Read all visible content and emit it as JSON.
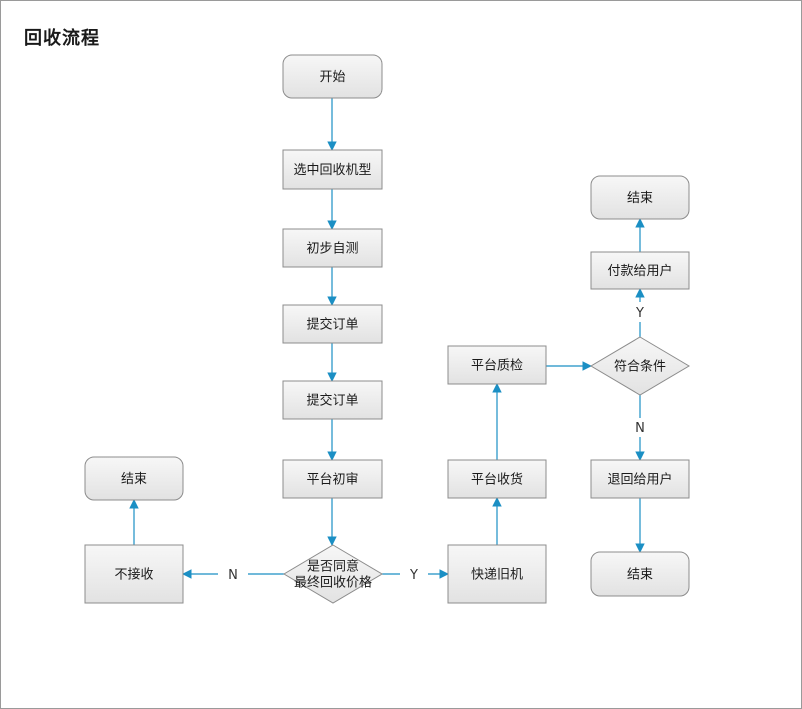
{
  "title": "回收流程",
  "colors": {
    "node_fill_top": "#f7f7f7",
    "node_fill_bottom": "#e2e2e2",
    "node_stroke": "#8c8c8c",
    "arrow": "#1b8fc4"
  },
  "nodes": {
    "start": {
      "lines": [
        "开始"
      ]
    },
    "select_model": {
      "lines": [
        "选中回收机型"
      ]
    },
    "self_test": {
      "lines": [
        "初步自测"
      ]
    },
    "submit_order_1": {
      "lines": [
        "提交订单"
      ]
    },
    "submit_order_2": {
      "lines": [
        "提交订单"
      ]
    },
    "initial_review": {
      "lines": [
        "平台初审"
      ]
    },
    "agree_price": {
      "lines": [
        "是否同意",
        "最终回收价格"
      ]
    },
    "not_accept": {
      "lines": [
        "不接收"
      ]
    },
    "end_left": {
      "lines": [
        "结束"
      ]
    },
    "ship_old": {
      "lines": [
        "快递旧机"
      ]
    },
    "platform_receive": {
      "lines": [
        "平台收货"
      ]
    },
    "quality_check": {
      "lines": [
        "平台质检"
      ]
    },
    "meets_condition": {
      "lines": [
        "符合条件"
      ]
    },
    "pay_user": {
      "lines": [
        "付款给用户"
      ]
    },
    "end_top_right": {
      "lines": [
        "结束"
      ]
    },
    "return_user": {
      "lines": [
        "退回给用户"
      ]
    },
    "end_bottom_right": {
      "lines": [
        "结束"
      ]
    }
  },
  "edge_labels": {
    "no_left": "N",
    "yes_right": "Y",
    "yes_up": "Y",
    "no_down": "N"
  }
}
